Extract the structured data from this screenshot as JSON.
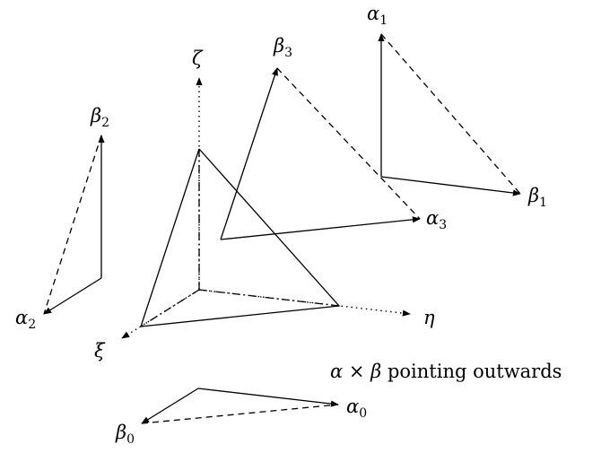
{
  "labels": {
    "zeta": {
      "sym": "ζ",
      "sub": ""
    },
    "eta": {
      "sym": "η",
      "sub": ""
    },
    "xi": {
      "sym": "ξ",
      "sub": ""
    },
    "alpha0": {
      "sym": "α",
      "sub": "0"
    },
    "beta0": {
      "sym": "β",
      "sub": "0"
    },
    "alpha1": {
      "sym": "α",
      "sub": "1"
    },
    "beta1": {
      "sym": "β",
      "sub": "1"
    },
    "alpha2": {
      "sym": "α",
      "sub": "2"
    },
    "beta2": {
      "sym": "β",
      "sub": "2"
    },
    "alpha3": {
      "sym": "α",
      "sub": "3"
    },
    "beta3": {
      "sym": "β",
      "sub": "3"
    }
  },
  "caption": {
    "alpha": "α",
    "times": " × ",
    "beta": "β",
    "text": " pointing outwards"
  }
}
